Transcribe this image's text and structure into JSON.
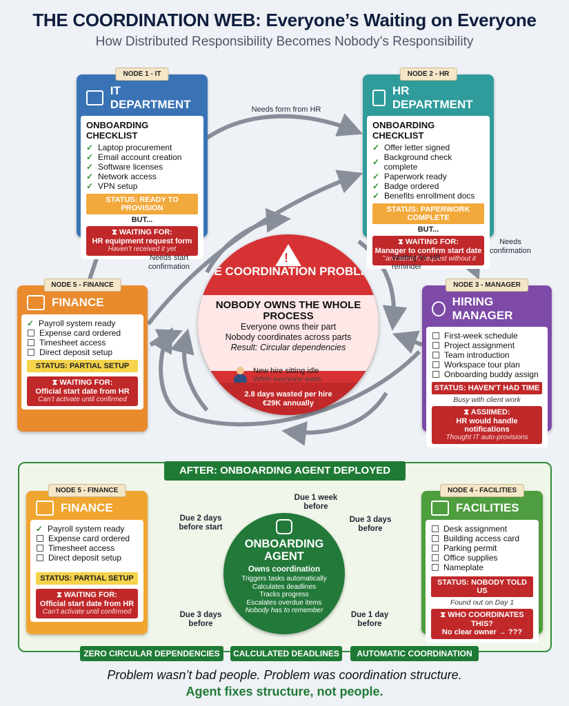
{
  "title": "THE COORDINATION WEB: Everyone’s Waiting on Everyone",
  "subtitle": "How Distributed Responsibility Becomes Nobody’s Responsibility",
  "colors": {
    "it": "#3a73b5",
    "hr": "#2f9b9b",
    "manager": "#7d4aa8",
    "finance": "#e98a2c",
    "problem": "#d63233",
    "agent": "#22793a",
    "arrow_gray": "#888e99",
    "arrow_green": "#4fae46"
  },
  "it": {
    "tag": "NODE 1 - IT",
    "title": "IT DEPARTMENT",
    "icon": "laptop-icon",
    "checklist_title": "ONBOARDING CHECKLIST",
    "items": [
      "Laptop procurement",
      "Email account creation",
      "Software licenses",
      "Network access",
      "VPN setup"
    ],
    "status": "STATUS: READY TO PROVISION",
    "but": "BUT...",
    "wait_label": "WAITING FOR:",
    "wait_what": "HR equipment request form",
    "wait_note": "Haven’t received it yet"
  },
  "hr": {
    "tag": "NODE 2 - HR",
    "title": "HR DEPARTMENT",
    "icon": "clipboard-icon",
    "checklist_title": "ONBOARDING CHECKLIST",
    "items": [
      "Offer letter signed",
      "Background check complete",
      "Paperwork ready",
      "Badge ordered",
      "Benefits enrollment docs"
    ],
    "status": "STATUS: PAPERWORK COMPLETE",
    "but": "BUT...",
    "wait_label": "WAITING FOR:",
    "wait_what": "Manager to confirm start date",
    "wait_note": "Can’t send IT request without it"
  },
  "manager": {
    "tag": "NODE 3 - MANAGER",
    "title": "HIRING MANAGER",
    "icon": "person-icon",
    "items": [
      "First-week schedule",
      "Project assignment",
      "Team introduction",
      "Workspace tour plan",
      "Onboarding buddy assign"
    ],
    "status": "STATUS: HAVEN’T HAD TIME",
    "status_note": "Busy with client work",
    "wait_label": "ASSIIMED:",
    "wait_what": "HR would handle notifications",
    "wait_note": "Thought IT auto-provisions"
  },
  "finance_top": {
    "tag": "NODE 5 - FINANCE",
    "title": "FINANCE",
    "icon": "credit-card-icon",
    "items": [
      "Payroll system ready",
      "Expense card ordered",
      "Timesheet access",
      "Direct deposit setup"
    ],
    "status": "STATUS: PARTIAL SETUP",
    "wait_label": "WAITING FOR:",
    "wait_what": "Official start date from HR",
    "wait_note": "Can’t activate until confirmed"
  },
  "finance_bottom": {
    "tag": "NODE 5 - FINANCE",
    "title": "FINANCE",
    "icon": "money-icon",
    "items": [
      "Payroll system ready",
      "Expense card ordered",
      "Timesheet access",
      "Direct deposit setup"
    ],
    "status": "STATUS: PARTIAL SETUP",
    "wait_label": "WAITING FOR:",
    "wait_what": "Official start date from HR",
    "wait_note": "Can’t activate until confirmed"
  },
  "facilities": {
    "tag": "NODE 4 - FACILITIES",
    "title": "FACILITIES",
    "icon": "building-icon",
    "items": [
      "Desk assignment",
      "Building access card",
      "Parking permit",
      "Office supplies",
      "Nameplate"
    ],
    "status": "STATUS: NOBODY TOLD US",
    "status_note": "Found out on Day 1",
    "wait_label": "WHO COORDINATES THIS?",
    "wait_what": "No clear owner → ???"
  },
  "labels": {
    "it_to_hr": "Needs form from HR",
    "hr_to_mgr": "Needs confirmation",
    "fin_to_it": "Needs start confirmation",
    "hr_reminder": "Waiting for HR reminder"
  },
  "problem": {
    "title": "THE COORDINATION PROBLEM",
    "headline": "NOBODY OWNS THE WHOLE PROCESS",
    "line1": "Everyone owns their part",
    "line2": "Nobody coordinates across parts",
    "line3": "Result: Circular dependencies",
    "idle1": "New hire sitting idle",
    "idle2": "While everyone waits",
    "waste1": "2.8 days wasted per hire",
    "waste2": "€29K annually"
  },
  "after": {
    "title": "AFTER: ONBOARDING AGENT DEPLOYED",
    "agent_title": "ONBOARDING AGENT",
    "agent_sub": "Owns coordination",
    "agent_items": [
      "Triggers tasks automatically",
      "Calculates deadlines",
      "Tracks progress",
      "Escalates overdue items"
    ],
    "agent_italic": "Nobody has to remember",
    "due_up": "Due 1 week before",
    "due_left_up": "Due 2 days before start",
    "due_right_up": "Due 3 days before",
    "due_left_down": "Due 3 days before",
    "due_right_down": "Due 1 day before"
  },
  "pills": [
    "ZERO CIRCULAR DEPENDENCIES",
    "CALCULATED DEADLINES",
    "AUTOMATIC COORDINATION"
  ],
  "footer": {
    "line1": "Problem wasn’t bad people. Problem was coordination structure.",
    "line2": "Agent fixes structure, not people."
  }
}
